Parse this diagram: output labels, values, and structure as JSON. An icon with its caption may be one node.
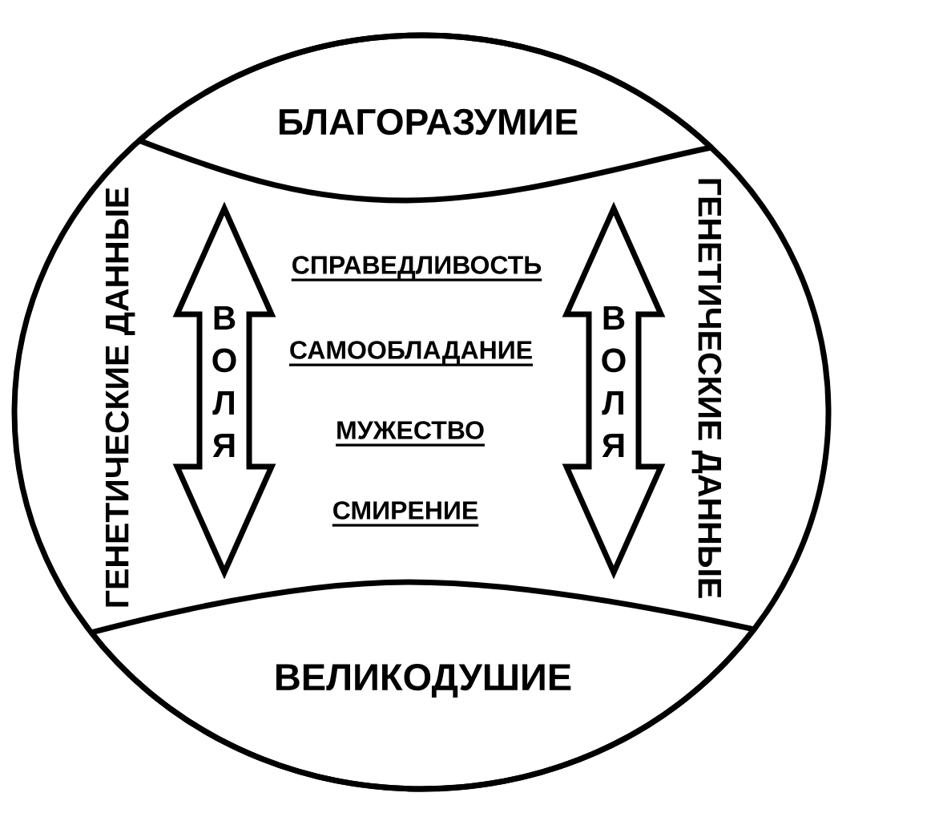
{
  "diagram": {
    "nodes": [
      {
        "text": [],
        "shape": "circle"
      },
      {
        "text": [
          "БЛАГОРАЗУМИЕ"
        ],
        "in": 0
      },
      {
        "text": [
          "ВЕЛИКОДУШИЕ"
        ],
        "in": 0
      }
    ],
    "edges": [
      {
        "from": 1,
        "to": 2,
        "arrow": "both",
        "label": "В О Л Я"
      },
      {
        "from": 1,
        "to": 2,
        "arrow": "both",
        "label": "В О Л Я"
      }
    ],
    "labels": [
      "ГЕНЕТИЧЕСКИЕ ДАННЫЕ",
      "СПРАВЕДЛИВОСТЬ",
      "САМООБЛАДАНИЕ",
      "МУЖЕСТВО",
      "СМИРЕНИЕ",
      "ГЕНЕТИЧЕСКИЕ ДАННЫЕ"
    ]
  }
}
